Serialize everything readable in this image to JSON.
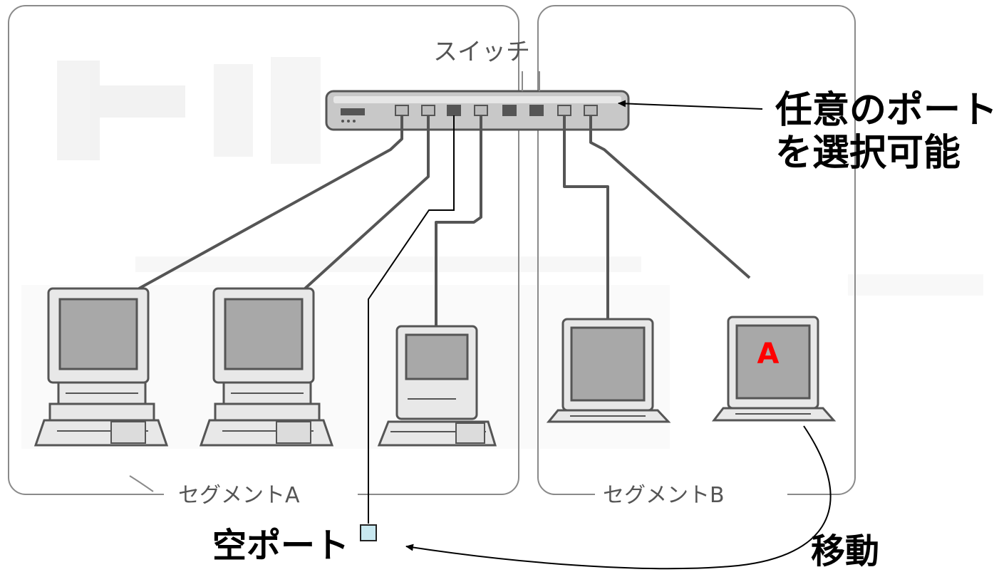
{
  "labels": {
    "switch": "スイッチ",
    "port_selection": [
      "任意のポート",
      "を選択可能"
    ],
    "segment_a": "セグメントA",
    "segment_b": "セグメントB",
    "empty_port": "空ポート",
    "move": "移動",
    "laptop_marker": "A"
  },
  "colors": {
    "frame": "#8a8a8a",
    "device": "#555555",
    "screen": "#a8a8a8",
    "marker": "#ff0000",
    "empty_port_fill": "#c8e8f0",
    "ghost_text": "#e2e2e2"
  },
  "icons": [
    "switch-icon",
    "desktop-computer-icon",
    "compact-computer-icon",
    "laptop-icon",
    "empty-port-icon",
    "arrow-icon"
  ]
}
